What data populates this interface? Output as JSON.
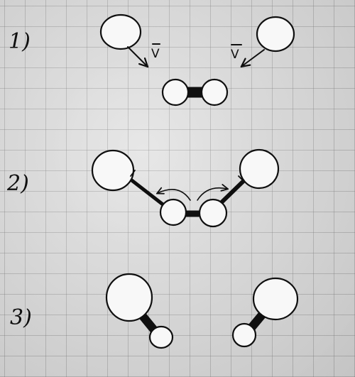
{
  "steps": [
    {
      "label": "1)"
    },
    {
      "label": "2)"
    },
    {
      "label": "3)"
    }
  ],
  "velocity_labels": {
    "left": "V",
    "right": "V"
  },
  "colors": {
    "ink": "#141414",
    "paper": "#dcdcdc",
    "grid": "#787878"
  }
}
